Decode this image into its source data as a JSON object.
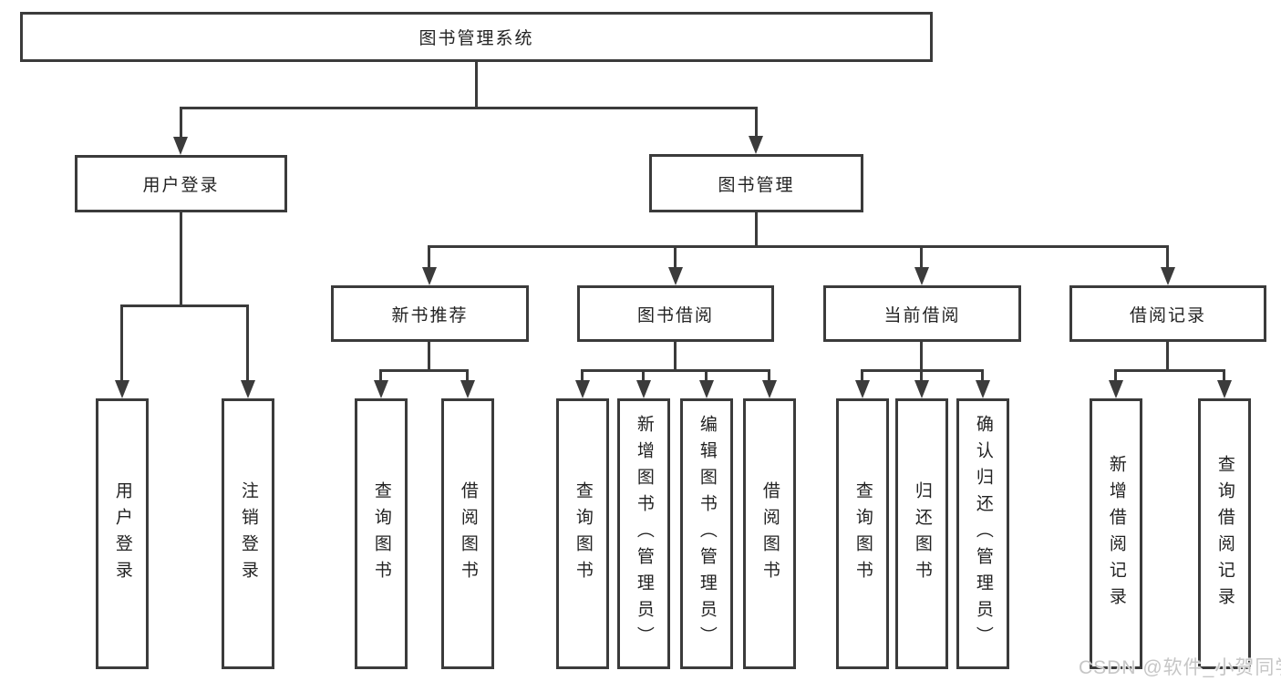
{
  "diagram_title": "图书管理系统",
  "nodes": {
    "root": "图书管理系统",
    "user_login": "用户登录",
    "book_mgmt": "图书管理",
    "new_books": "新书推荐",
    "book_borrow": "图书借阅",
    "current_borrow": "当前借阅",
    "borrow_records": "借阅记录"
  },
  "leaves": {
    "user": [
      "用户登录",
      "注销登录"
    ],
    "recommend": [
      "查询图书",
      "借阅图书"
    ],
    "borrow": [
      "查询图书",
      "新增图书（管理员）",
      "编辑图书（管理员）",
      "借阅图书"
    ],
    "current": [
      "查询图书",
      "归还图书",
      "确认归还（管理员）"
    ],
    "records": [
      "新增借阅记录",
      "查询借阅记录"
    ]
  },
  "watermark": "CSDN @软件_小贺同学",
  "colors": {
    "line": "#3b3b3b",
    "text": "#232323",
    "background": "#ffffff",
    "watermark": "#c6c6c6"
  }
}
